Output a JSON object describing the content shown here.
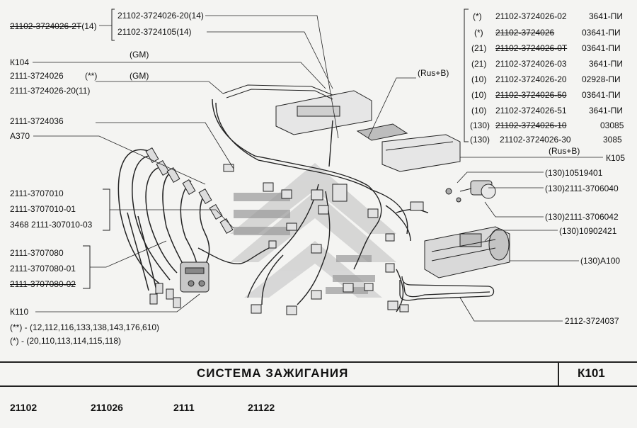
{
  "top_left": {
    "strike_code": "21102-3724026-2",
    "strike_suffix": "Т",
    "strike_after": "(14)",
    "box_line1": "21102-3724026-20(14)",
    "box_line2": "21102-3724105(14)"
  },
  "left_labels": {
    "k104": "К104",
    "gm1": "(GM)",
    "gm2": "(GM)",
    "ecu_a": "2111-3724026",
    "ecu_a_note": "(**)",
    "ecu_b": "2111-3724026-20(11)",
    "harness": "2111-3724036",
    "a370": "А370",
    "coil_group": [
      "2111-3707010",
      "2111-3707010-01",
      "3468  2111-307010-03"
    ],
    "wire_group": [
      "2111-3707080",
      "2111-3707080-01",
      "2111-3707080-02"
    ],
    "k110": "К110",
    "note_dstar": "(**)  -  (12,112,116,133,138,143,176,610)",
    "note_star": "(*)  -  (20,110,113,114,115,118)"
  },
  "right_table": {
    "rows": [
      {
        "prefix": "(*)",
        "code": "21102-3724026-02",
        "strike": false,
        "suffix": "3641-ПИ"
      },
      {
        "prefix": "(*)",
        "code": "21102-3724026",
        "strike": true,
        "suffix": "03641-ПИ"
      },
      {
        "prefix": "(21)",
        "code": "21102-3724026-0Т",
        "strike": true,
        "suffix": "03641-ПИ"
      },
      {
        "prefix": "(21)",
        "code": "21102-3724026-03",
        "strike": false,
        "suffix": "3641-ПИ"
      },
      {
        "prefix": "(10)",
        "code": "21102-3724026-20",
        "strike": false,
        "suffix": "02928-ПИ"
      },
      {
        "prefix": "(10)",
        "code": "21102-3724026-50",
        "strike": true,
        "suffix": "03641-ПИ"
      },
      {
        "prefix": "(10)",
        "code": "21102-3724026-51",
        "strike": false,
        "suffix": "3641-ПИ"
      },
      {
        "prefix": "(130)",
        "code": "21102-3724026-10",
        "strike": true,
        "suffix": "03085"
      },
      {
        "prefix": "(130)",
        "code": "21102-3724026-30",
        "strike": false,
        "suffix": "3085"
      }
    ],
    "rus_b_top": "(Rus+B)",
    "rus_b_bottom": "(Rus+B)",
    "k105": "К105"
  },
  "right_labels": [
    "(130)10519401",
    "(130)2111-3706040",
    "(130)2111-3706042",
    "(130)10902421",
    "(130)А100",
    "2112-3724037"
  ],
  "title": "СИСТЕМА  ЗАЖИГАНИЯ",
  "code": "К101",
  "footer": [
    "21102",
    "211026",
    "2111",
    "21122"
  ]
}
